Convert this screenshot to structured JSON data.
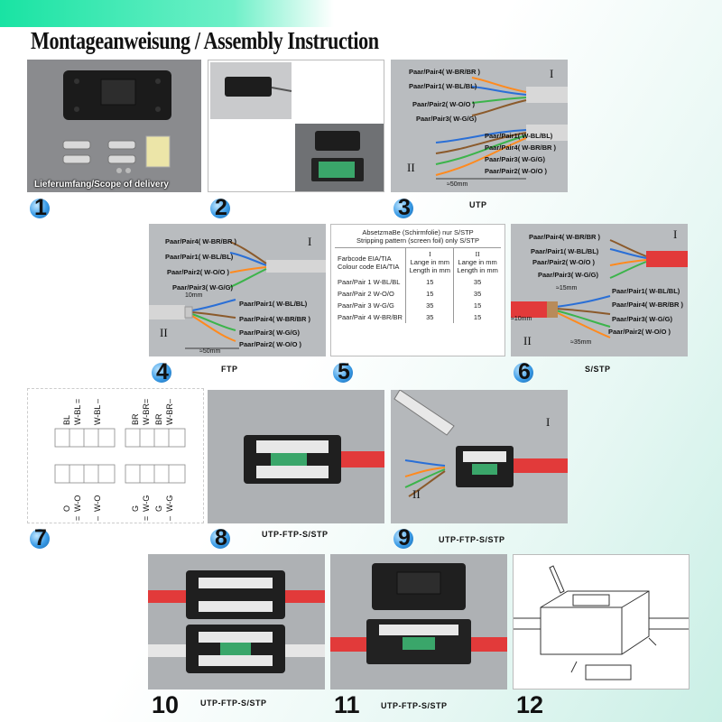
{
  "title": "Montageanweisung / Assembly Instruction",
  "steps": {
    "s1": {
      "num": "1",
      "label": "Lieferumfang/Scope of delivery"
    },
    "s2": {
      "num": "2"
    },
    "s3": {
      "num": "3",
      "caption": "UTP"
    },
    "s4": {
      "num": "4",
      "caption": "FTP"
    },
    "s5": {
      "num": "5"
    },
    "s6": {
      "num": "6",
      "caption": "S/STP"
    },
    "s7": {
      "num": "7"
    },
    "s8": {
      "num": "8",
      "caption": "UTP-FTP-S/STP"
    },
    "s9": {
      "num": "9",
      "caption": "UTP-FTP-S/STP"
    },
    "s10": {
      "num": "10",
      "caption": "UTP-FTP-S/STP"
    },
    "s11": {
      "num": "11",
      "caption": "UTP-FTP-S/STP"
    },
    "s12": {
      "num": "12"
    }
  },
  "pairs": {
    "p4": "Paar/Pair4( W-BR/BR )",
    "p1": "Paar/Pair1( W-BL/BL)",
    "p2": "Paar/Pair2( W-O/O )",
    "p3": "Paar/Pair3( W-G/G)"
  },
  "roman": {
    "one": "I",
    "two": "II"
  },
  "dims": {
    "mm50": "≈50mm",
    "mm10": "10mm",
    "mm15": "≈15mm",
    "mm10b": "≈10mm",
    "mm35": "≈35mm"
  },
  "strip_table": {
    "heading1": "AbsetzmaBe (Schirmfolie) nur S/STP",
    "heading2": "Stripping pattern (screen foil) only S/STP",
    "col1_a": "Farbcode EIA/TIA",
    "col1_b": "Colour code EIA/TIA",
    "col2_a": "Lange in mm",
    "col2_b": "Length in mm",
    "col3_a": "Lange in mm",
    "col3_b": "Length in mm",
    "rows": [
      {
        "pair": "Paar/Pair 1 W-BL/BL",
        "i": "15",
        "ii": "35"
      },
      {
        "pair": "Paar/Pair 2 W-O/O",
        "i": "15",
        "ii": "35"
      },
      {
        "pair": "Paar/Pair 3 W-G/G",
        "i": "35",
        "ii": "15"
      },
      {
        "pair": "Paar/Pair 4 W-BR/BR",
        "i": "35",
        "ii": "15"
      }
    ]
  },
  "wiring": {
    "top_left": [
      "BL",
      "W-BL",
      "=",
      "W-BL",
      "–"
    ],
    "top_right": [
      "BR",
      "W-BR",
      "=",
      "BR",
      "W-BR",
      "–"
    ],
    "bottom_left": [
      "O",
      "=",
      "W-O",
      "W-O",
      "–"
    ],
    "bottom_right": [
      "G",
      "=",
      "W-G",
      "G",
      "W-G",
      "–"
    ]
  }
}
